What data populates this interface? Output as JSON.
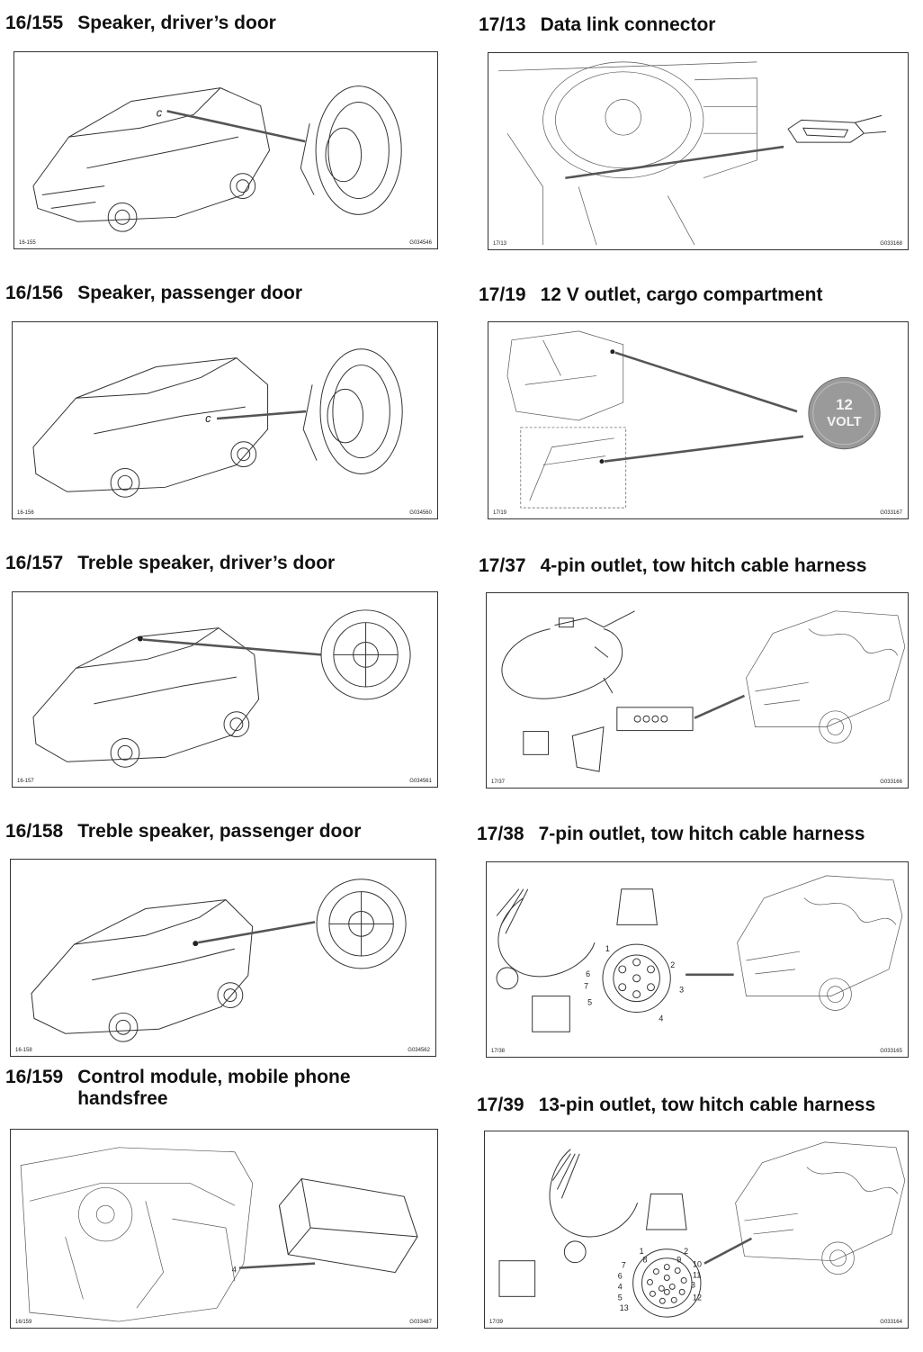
{
  "entries": [
    {
      "code": "16/155",
      "title": "Speaker, driver’s door",
      "fig_ref": "16-155",
      "drawing_no": "G034546"
    },
    {
      "code": "17/13",
      "title": "Data link connector",
      "fig_ref": "17/13",
      "drawing_no": "G033168"
    },
    {
      "code": "16/156",
      "title": "Speaker, passenger door",
      "fig_ref": "16-156",
      "drawing_no": "G034560"
    },
    {
      "code": "17/19",
      "title": "12 V outlet, cargo compartment",
      "fig_ref": "17/19",
      "drawing_no": "G033167"
    },
    {
      "code": "16/157",
      "title": "Treble speaker, driver’s door",
      "fig_ref": "16-157",
      "drawing_no": "G034561"
    },
    {
      "code": "17/37",
      "title": "4-pin outlet, tow hitch cable harness",
      "fig_ref": "17/37",
      "drawing_no": "G033166"
    },
    {
      "code": "16/158",
      "title": "Treble speaker, passenger door",
      "fig_ref": "16-158",
      "drawing_no": "G034562"
    },
    {
      "code": "17/38",
      "title": "7-pin outlet, tow hitch cable harness",
      "fig_ref": "17/38",
      "drawing_no": "G033165"
    },
    {
      "code": "16/159",
      "title": "Control module, mobile phone handsfree",
      "fig_ref": "16/159",
      "drawing_no": "G033487"
    },
    {
      "code": "17/39",
      "title": "13-pin outlet, tow hitch cable harness",
      "fig_ref": "17/39",
      "drawing_no": "G033164"
    }
  ],
  "figure_text": {
    "volt_badge_line1": "12",
    "volt_badge_line2": "VOLT",
    "pins_7": [
      "1",
      "2",
      "3",
      "4",
      "5",
      "6",
      "7"
    ],
    "pins_13": [
      "1",
      "2",
      "3",
      "4",
      "5",
      "6",
      "7",
      "8",
      "9",
      "10",
      "11",
      "12",
      "13"
    ],
    "module_mark": "4"
  }
}
